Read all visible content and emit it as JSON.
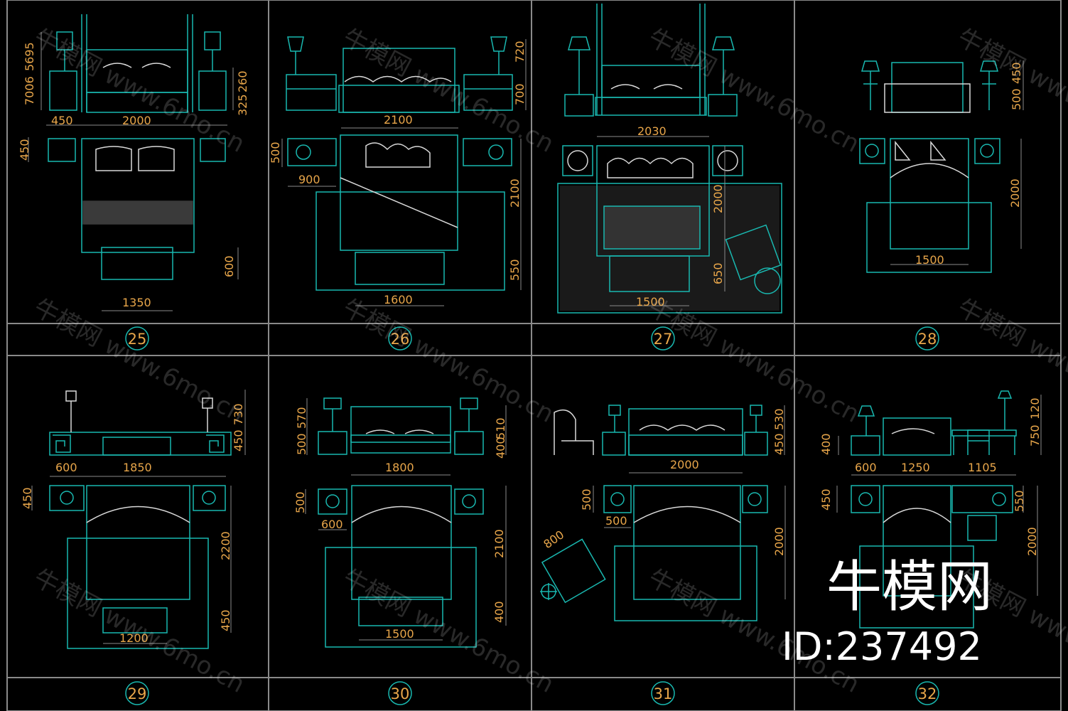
{
  "colors": {
    "background": "#000000",
    "linework": "#19b8b0",
    "grid": "#8a8a8a",
    "dimension_text": "#e8a64a",
    "detail": "#d9d9d9"
  },
  "brand": {
    "name": "牛模网",
    "id": "ID:237492"
  },
  "watermark": {
    "site": "牛模网 www.6mo.cn"
  },
  "cells": [
    {
      "number": "25",
      "dims": [
        "7006",
        "5695",
        "260",
        "325",
        "450",
        "2000",
        "450",
        "600",
        "1350"
      ]
    },
    {
      "number": "26",
      "dims": [
        "720",
        "700",
        "2100",
        "500",
        "900",
        "2100",
        "550",
        "1600"
      ]
    },
    {
      "number": "27",
      "dims": [
        "2030",
        "2000",
        "650",
        "1500"
      ]
    },
    {
      "number": "28",
      "dims": [
        "500",
        "450",
        "2000",
        "1500"
      ]
    },
    {
      "number": "29",
      "dims": [
        "730",
        "450",
        "600",
        "1850",
        "450",
        "2200",
        "450",
        "1200"
      ]
    },
    {
      "number": "30",
      "dims": [
        "500",
        "570",
        "510",
        "400",
        "1800",
        "500",
        "600",
        "2100",
        "400",
        "1500"
      ]
    },
    {
      "number": "31",
      "dims": [
        "530",
        "450",
        "2000",
        "500",
        "500",
        "800",
        "2000"
      ]
    },
    {
      "number": "32",
      "dims": [
        "750",
        "120",
        "400",
        "600",
        "1250",
        "1105",
        "450",
        "550",
        "2000"
      ]
    }
  ]
}
